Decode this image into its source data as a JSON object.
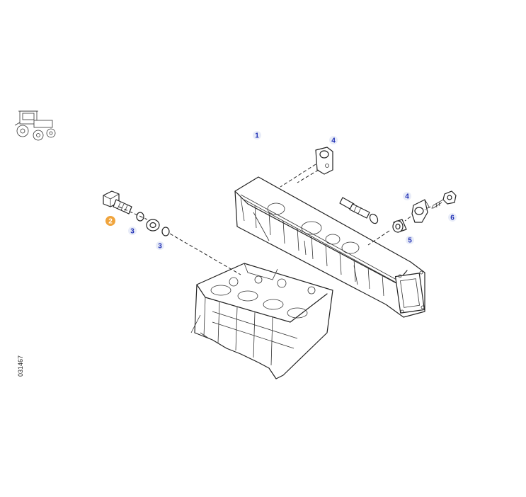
{
  "diagram": {
    "drawing_code": "031467",
    "callouts": [
      {
        "label": "1",
        "active": false
      },
      {
        "label": "4",
        "active": false
      },
      {
        "label": "4",
        "active": false
      },
      {
        "label": "6",
        "active": false
      },
      {
        "label": "5",
        "active": false
      },
      {
        "label": "2",
        "active": true
      },
      {
        "label": "3",
        "active": false
      },
      {
        "label": "3",
        "active": false
      }
    ],
    "colors": {
      "callout_text": "#1f2fb5",
      "callout_active": "#f0a43c",
      "line_art": "#222222"
    }
  }
}
